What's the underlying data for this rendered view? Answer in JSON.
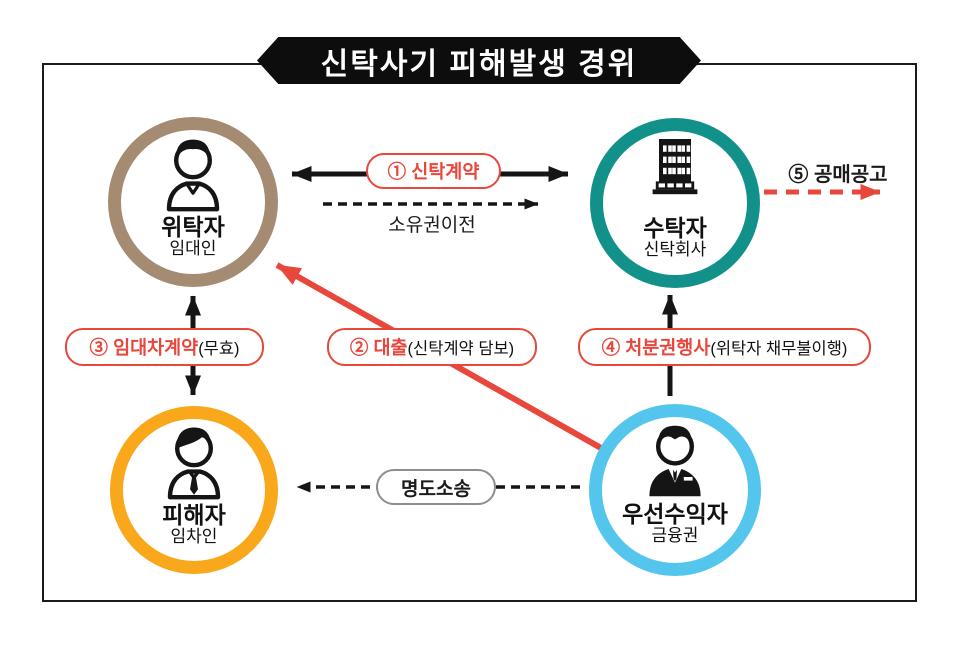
{
  "title": {
    "banner": "신탁사기 피해발생 경위"
  },
  "nodes": {
    "truster": {
      "name": "위탁자",
      "subtitle": "임대인"
    },
    "trustee": {
      "name": "수탁자",
      "subtitle": "신탁회사"
    },
    "victim": {
      "name": "피해자",
      "subtitle": "임차인"
    },
    "beneficiary": {
      "name": "우선수익자",
      "subtitle": "금융권"
    }
  },
  "edges": {
    "trust_contract": {
      "red": "① 신탁계약",
      "black": ""
    },
    "ownership_transfer": {
      "label": "소유권이전"
    },
    "auction_notice": {
      "label": "⑤ 공매공고"
    },
    "loan": {
      "red": "② 대출",
      "black": "(신탁계약 담보)"
    },
    "lease_contract": {
      "red": "③ 임대차계약",
      "black": "(무효)"
    },
    "disposal_right": {
      "red": "④ 처분권행사",
      "black": "(위탁자 채무불이행)"
    },
    "eviction_suit": {
      "label": "명도소송"
    }
  },
  "colors": {
    "accent_red": "#e8473c",
    "ink": "#151515",
    "truster_ring": "#a58b72",
    "trustee_ring": "#12918b",
    "victim_ring": "#f9a71b",
    "beneficiary_ring": "#54c6ee",
    "eviction_border": "#8e8e8e"
  }
}
